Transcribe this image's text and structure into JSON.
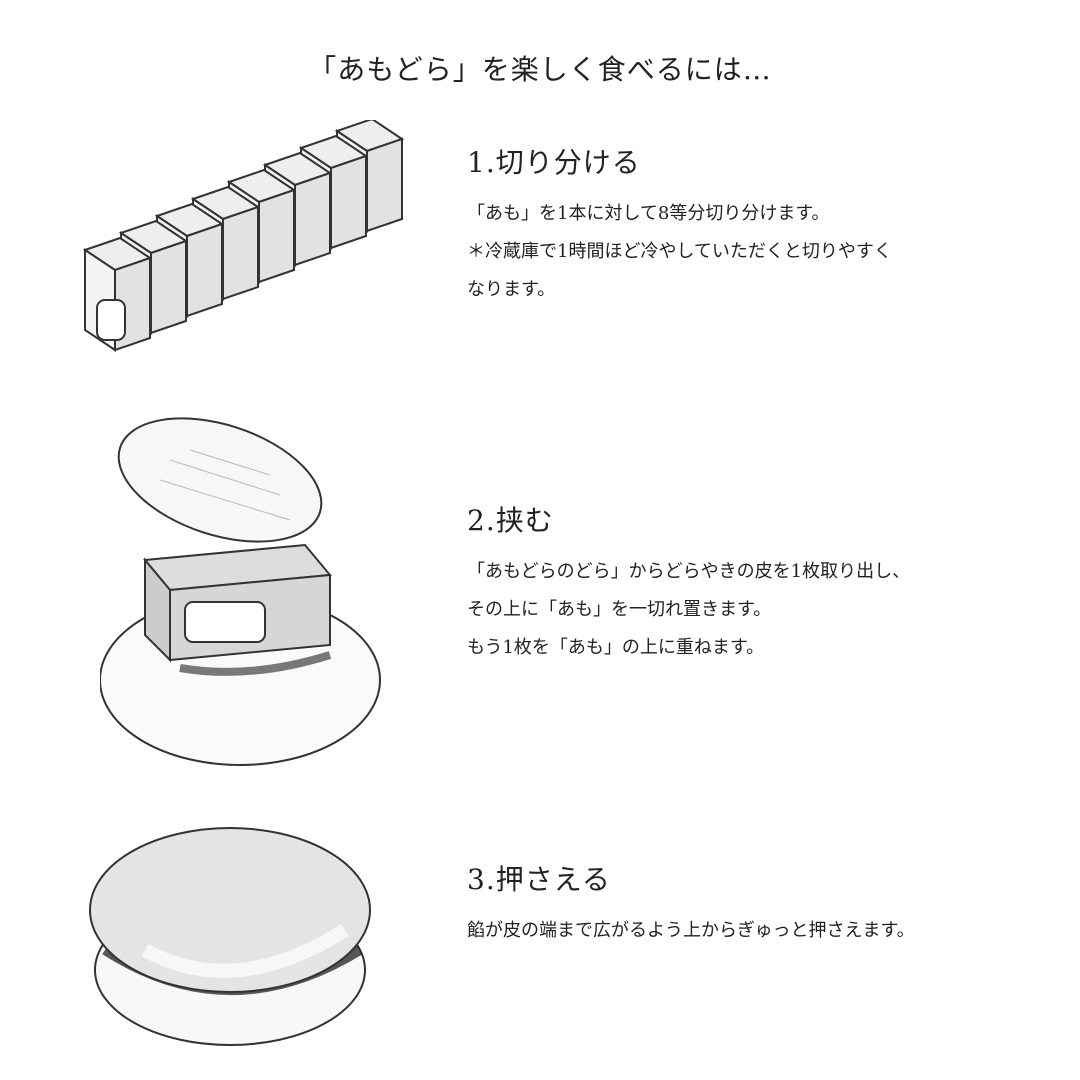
{
  "title": "「あもどら」を楽しく食べるには…",
  "steps": [
    {
      "heading": "1.切り分ける",
      "lines": [
        "「あも」を1本に対して8等分切り分けます。",
        "＊冷蔵庫で1時間ほど冷やしていただくと切りやすく",
        "なります。"
      ],
      "illustration": "sliced-amo-bar"
    },
    {
      "heading": "2.挟む",
      "lines": [
        "「あもどらのどら」からどらやきの皮を1枚取り出し、",
        "その上に「あも」を一切れ置きます。",
        "もう1枚を「あも」の上に重ねます。"
      ],
      "illustration": "amo-on-dorayaki-skin"
    },
    {
      "heading": "3.押さえる",
      "lines": [
        "餡が皮の端まで広がるよう上からぎゅっと押さえます。"
      ],
      "illustration": "pressed-dorayaki"
    }
  ]
}
